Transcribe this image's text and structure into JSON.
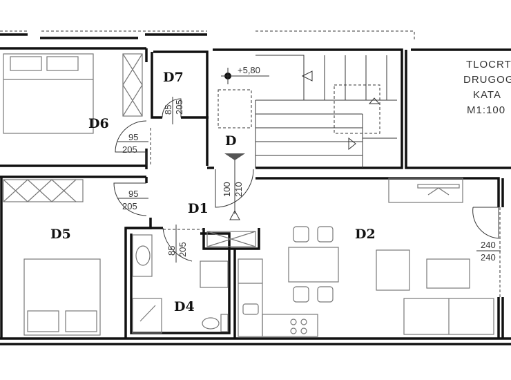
{
  "title_block": {
    "line1": "TLOCRT",
    "line2": "DRUGOG",
    "line3": "KATA",
    "scale": "M1:100"
  },
  "rooms": {
    "d1": "D1",
    "d2": "D2",
    "d4": "D4",
    "d5": "D5",
    "d6": "D6",
    "d7": "D7",
    "stair": "D"
  },
  "elevation": "+5,80",
  "doors": {
    "d6_w": "95",
    "d6_h": "205",
    "d5_w": "95",
    "d5_h": "205",
    "d7_w": "85",
    "d7_h": "205",
    "d4_w": "85",
    "d4_h": "205",
    "entry_w": "100",
    "entry_h": "210",
    "d2_w": "240",
    "d2_h": "240"
  }
}
